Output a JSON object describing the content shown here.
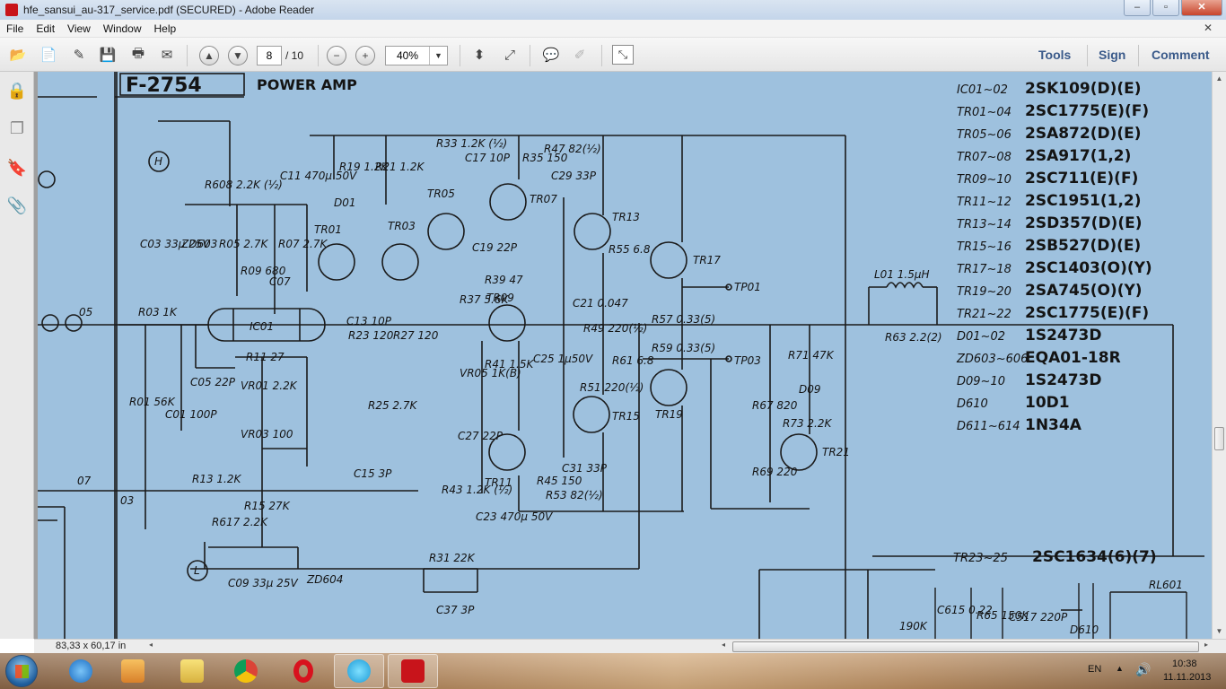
{
  "window": {
    "title": "hfe_sansui_au-317_service.pdf (SECURED) - Adobe Reader",
    "controls": [
      "–",
      "▫",
      "✕"
    ]
  },
  "menu": [
    "File",
    "Edit",
    "View",
    "Window",
    "Help"
  ],
  "toolbar": {
    "page_current": "8",
    "page_total": "/ 10",
    "zoom": "40%",
    "right_tabs": [
      "Tools",
      "Sign",
      "Comment"
    ]
  },
  "document": {
    "header_box": "F-2754",
    "header_title": "POWER AMP",
    "parts_list": [
      {
        "ref": "IC01~02",
        "part": "2SK109(D)(E)"
      },
      {
        "ref": "TR01~04",
        "part": "2SC1775(E)(F)"
      },
      {
        "ref": "TR05~06",
        "part": "2SA872(D)(E)"
      },
      {
        "ref": "TR07~08",
        "part": "2SA917(1,2)"
      },
      {
        "ref": "TR09~10",
        "part": "2SC711(E)(F)"
      },
      {
        "ref": "TR11~12",
        "part": "2SC1951(1,2)"
      },
      {
        "ref": "TR13~14",
        "part": "2SD357(D)(E)"
      },
      {
        "ref": "TR15~16",
        "part": "2SB527(D)(E)"
      },
      {
        "ref": "TR17~18",
        "part": "2SC1403(O)(Y)"
      },
      {
        "ref": "TR19~20",
        "part": "2SA745(O)(Y)"
      },
      {
        "ref": "TR21~22",
        "part": "2SC1775(E)(F)"
      },
      {
        "ref": "D01~02",
        "part": "1S2473D"
      },
      {
        "ref": "ZD603~606",
        "part": "EQA01-18R"
      },
      {
        "ref": "D09~10",
        "part": "1S2473D"
      },
      {
        "ref": "D610",
        "part": "10D1"
      },
      {
        "ref": "D611~614",
        "part": "1N34A"
      }
    ],
    "tr_bottom": {
      "ref": "TR23~25",
      "part": "2SC1634(6)(7)"
    },
    "labels": {
      "tr01": "TR01",
      "tr03": "TR03",
      "tr05": "TR05",
      "tr07": "TR07",
      "tr09": "TR09",
      "tr11": "TR11",
      "tr13": "TR13",
      "tr15": "TR15",
      "tr17": "TR17",
      "tr19": "TR19",
      "tr21": "TR21",
      "ic01": "IC01",
      "tp01": "TP01",
      "tp03": "TP03",
      "l01": "L01 1.5µH",
      "r63": "R63 2.2(2)",
      "r03": "R03 1K",
      "r13": "R13 1.2K",
      "c15": "C15 3P",
      "r31": "R31 22K",
      "c37": "C37 3P",
      "r47": "R47 82(½)",
      "r53": "R53 82(½)",
      "c29": "C29 33P",
      "c31": "C31 33P",
      "c17": "C17 10P",
      "c19": "C19 22P",
      "c05": "C05 22P",
      "c07": "C07",
      "r09": "R09 680",
      "r11": "R11 27",
      "vr01": "VR01 2.2K",
      "vr03": "VR03 100",
      "r55": "R55 6.8",
      "r61": "R61 6.8",
      "c23": "C23 470µ 50V",
      "c25": "C25 1µ50V",
      "c21": "C21 0.047",
      "rl": "RL601",
      "c517": "C517 220P",
      "c01": "C01 100P",
      "r01": "R01 56K",
      "h": "H",
      "l": "L",
      "pin05": "05",
      "pin07": "07",
      "pin03": "03",
      "c13": "C13 10P",
      "r23": "R23 120",
      "r27": "R27 120",
      "r25": "R25 2.7K",
      "r617": "R617 2.2K",
      "r15": "R15 27K",
      "c09": "C09 33µ 25V",
      "zd604": "ZD604",
      "c03": "C03 33µ 25V",
      "zd603": "ZD603",
      "r05": "R05 2.7K",
      "r07": "R07 2.7K",
      "r608": "R608 2.2K (½)",
      "c11": "C11 470µ 50V",
      "r19": "R19 1.2K",
      "r21": "R21 1.2K",
      "d01": "D01",
      "r33": "R33 1.2K (½)",
      "r35": "R35 150",
      "r39": "R39 47",
      "r37": "R37 5.6K",
      "vr05": "VR05 1K(B)",
      "r41": "R41 1.5K",
      "r43": "R43 1.2K (½)",
      "r45": "R45 150",
      "c27": "C27 22P",
      "r49": "R49 220(½)",
      "r51": "R51 220(½)",
      "r57": "R57 0.33(5)",
      "r59": "R59 0.33(5)",
      "r67": "R67 820",
      "r71": "R71 47K",
      "d09": "D09",
      "r73": "R73 2.2K",
      "r69": "R69 220",
      "r65": "R65 150K",
      "c615": "C615 0.22",
      "d610": "D610",
      "r190": "190K"
    }
  },
  "status": {
    "page_size": "83,33 x 60,17 in"
  },
  "taskbar": {
    "apps": [
      "internet-explorer",
      "media-player",
      "file-explorer",
      "chrome",
      "opera",
      "messenger",
      "adobe-reader"
    ],
    "lang": "EN",
    "time": "10:38",
    "date": "11.11.2013"
  }
}
